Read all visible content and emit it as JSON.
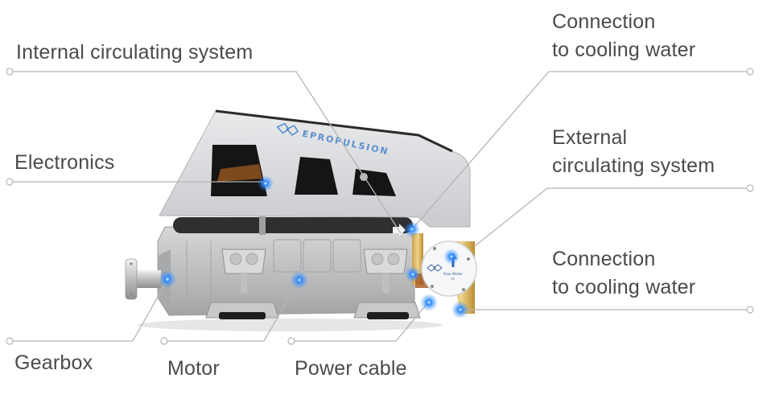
{
  "diagram": {
    "brand_text": "EPROPULSION",
    "pump_label_line1": "Raw Water",
    "pump_label_line2": "In",
    "accent_color": "#2f8cff",
    "labels": {
      "internal_circulating": "Internal circulating system",
      "connection_top_line1": "Connection",
      "connection_top_line2": "to cooling water",
      "electronics": "Electronics",
      "external_line1": "External",
      "external_line2": "circulating system",
      "connection_bottom_line1": "Connection",
      "connection_bottom_line2": "to cooling water",
      "gearbox": "Gearbox",
      "motor": "Motor",
      "power_cable": "Power cable"
    }
  }
}
